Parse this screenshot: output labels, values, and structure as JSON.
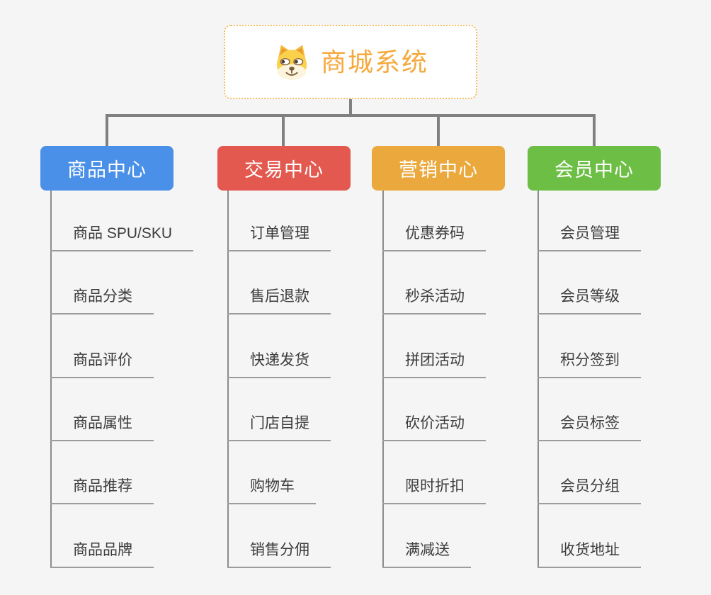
{
  "page": {
    "background_color": "#f5f5f5"
  },
  "root": {
    "title": "商城系统",
    "icon": "dog-icon",
    "accent_color": "#f5a93c",
    "border_color": "#f6bc62"
  },
  "connectors": {
    "color": "#808080",
    "child_line_color": "#8c8c8c",
    "leaf_underline_color": "#9c9c9c"
  },
  "branches": [
    {
      "label": "商品中心",
      "color": "#4a90e8",
      "children": [
        "商品 SPU/SKU",
        "商品分类",
        "商品评价",
        "商品属性",
        "商品推荐",
        "商品品牌"
      ]
    },
    {
      "label": "交易中心",
      "color": "#e3584f",
      "children": [
        "订单管理",
        "售后退款",
        "快递发货",
        "门店自提",
        "购物车",
        "销售分佣"
      ]
    },
    {
      "label": "营销中心",
      "color": "#eba93d",
      "children": [
        "优惠券码",
        "秒杀活动",
        "拼团活动",
        "砍价活动",
        "限时折扣",
        "满减送"
      ]
    },
    {
      "label": "会员中心",
      "color": "#6dbe45",
      "children": [
        "会员管理",
        "会员等级",
        "积分签到",
        "会员标签",
        "会员分组",
        "收货地址"
      ]
    }
  ]
}
